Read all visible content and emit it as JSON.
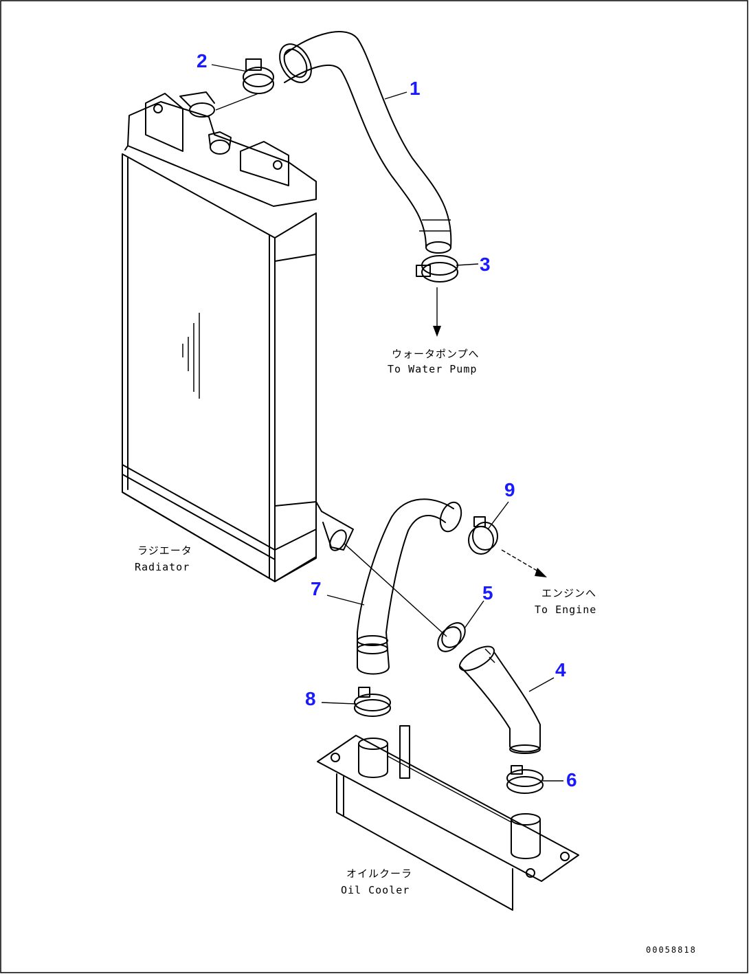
{
  "part_numbers": [
    "1",
    "2",
    "3",
    "4",
    "5",
    "6",
    "7",
    "8",
    "9"
  ],
  "labels": {
    "water_pump_ja": "ウォータポンプへ",
    "water_pump_en": "To Water Pump",
    "radiator_ja": "ラジエータ",
    "radiator_en": "Radiator",
    "engine_ja": "エンジンへ",
    "engine_en": "To Engine",
    "oil_cooler_ja": "オイルクーラ",
    "oil_cooler_en": "Oil Cooler"
  },
  "drawing_code": "00058818"
}
